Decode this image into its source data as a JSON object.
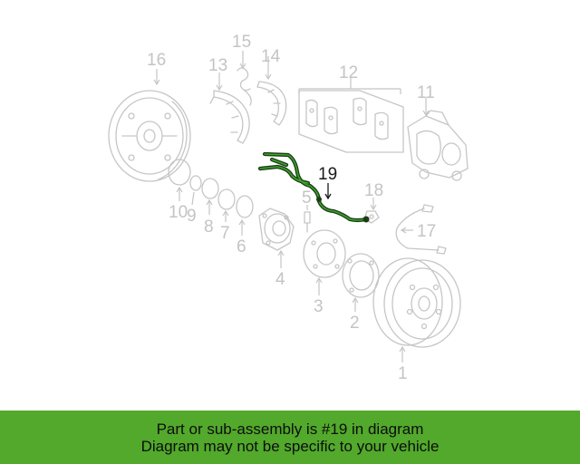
{
  "diagram": {
    "labels": [
      "1",
      "2",
      "3",
      "4",
      "5",
      "6",
      "7",
      "8",
      "9",
      "10",
      "11",
      "12",
      "13",
      "14",
      "15",
      "16",
      "17",
      "18",
      "19"
    ],
    "highlighted_part": "19",
    "highlight_color": "#3aa52c"
  },
  "banner": {
    "line1": "Part or sub-assembly is #19 in diagram",
    "line2": "Diagram may not be specific to your vehicle",
    "background": "#52a92b"
  }
}
